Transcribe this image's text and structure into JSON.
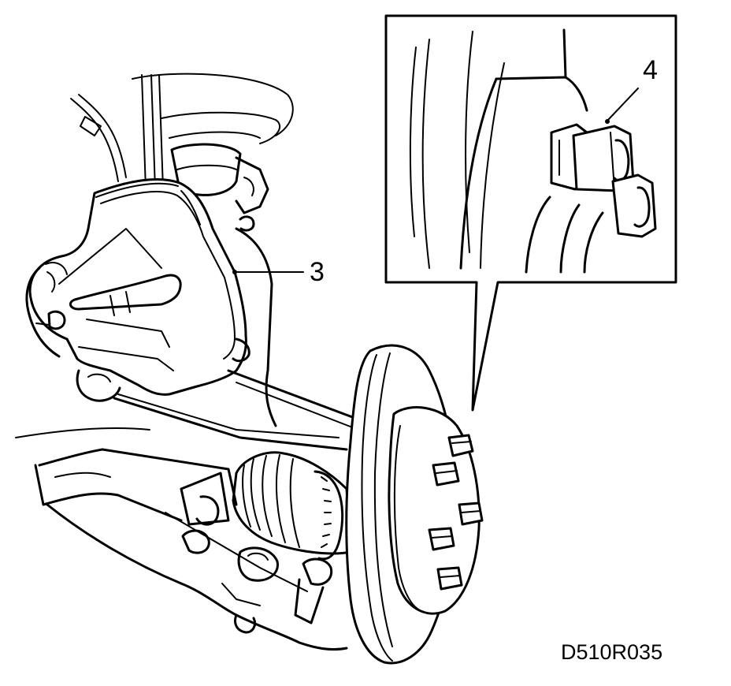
{
  "callouts": {
    "caliper": "3",
    "bolt": "4"
  },
  "figure_code": "D510R035",
  "colors": {
    "line": "#000000",
    "background": "#ffffff"
  }
}
